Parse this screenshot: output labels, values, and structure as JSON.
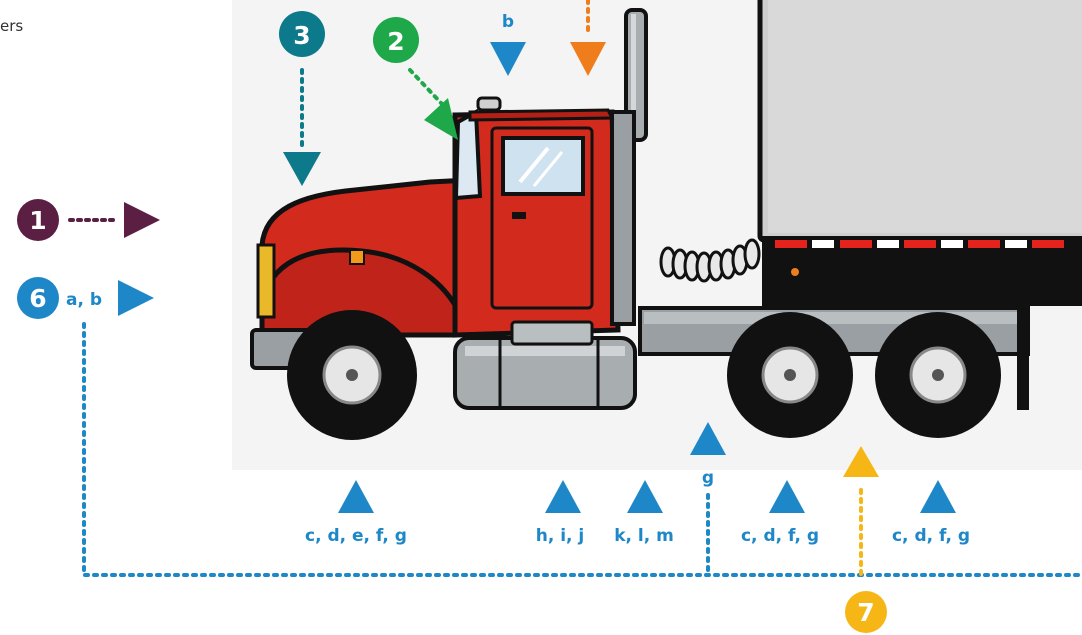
{
  "page_fragment": "ers",
  "callouts": {
    "c1": "1",
    "c2": "2",
    "c3": "3",
    "c6": "6",
    "c7": "7"
  },
  "labels": {
    "top_b": "b",
    "callout6_ab": "a, b",
    "front_wheel": "c, d, e, f, g",
    "tank": "h, i, j",
    "step": "k, l, m",
    "frame": "g",
    "rear_wheel_1": "c, d, f, g",
    "rear_wheel_2": "c, d, f, g"
  },
  "colors": {
    "callout1": "#5a1f43",
    "callout2": "#1fa84a",
    "callout3": "#0c7a8a",
    "callout6": "#1e87c8",
    "callout7": "#f6b716",
    "orange": "#f07d1c",
    "blue_label": "#1e87c8",
    "truck_red": "#d32a1e"
  }
}
